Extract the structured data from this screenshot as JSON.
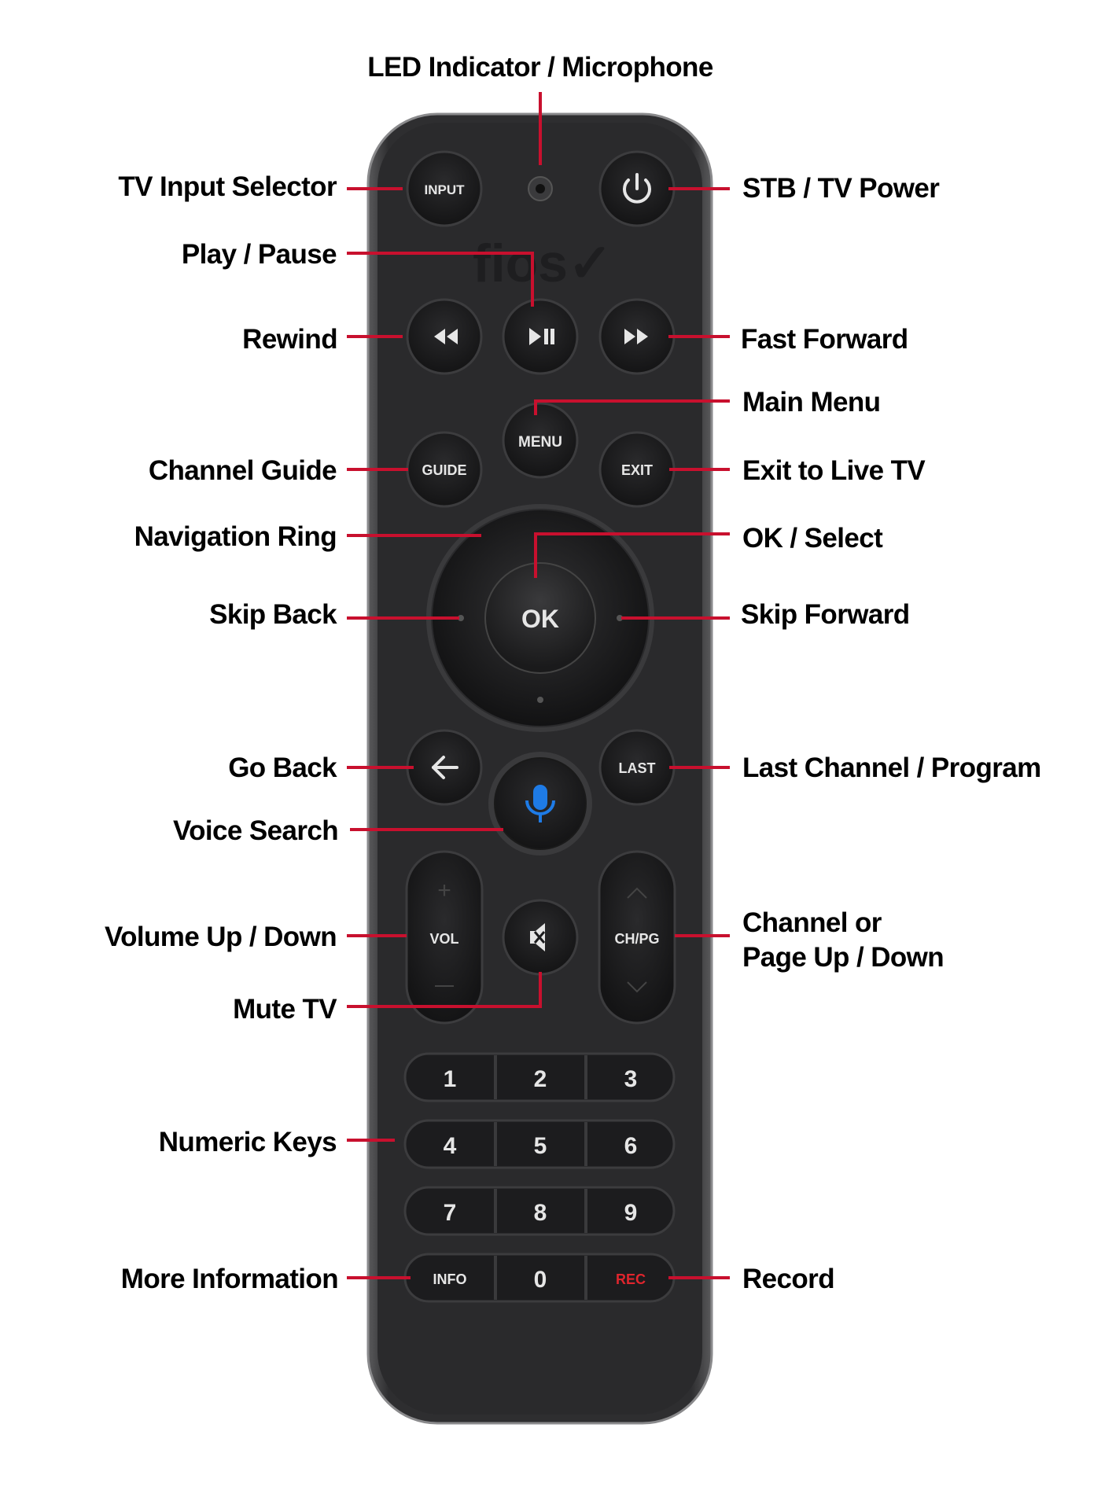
{
  "diagram": {
    "brand_logo": "fios✓",
    "remote_buttons": {
      "input": "INPUT",
      "menu": "MENU",
      "guide": "GUIDE",
      "exit": "EXIT",
      "ok": "OK",
      "last": "LAST",
      "vol": "VOL",
      "chpg": "CH/PG",
      "info": "INFO",
      "rec": "REC",
      "numbers": [
        "1",
        "2",
        "3",
        "4",
        "5",
        "6",
        "7",
        "8",
        "9",
        "0"
      ]
    },
    "callouts": {
      "led_indicator": "LED Indicator / Microphone",
      "tv_input_selector": "TV Input Selector",
      "stb_tv_power": "STB / TV Power",
      "play_pause": "Play / Pause",
      "rewind": "Rewind",
      "fast_forward": "Fast Forward",
      "main_menu": "Main Menu",
      "channel_guide": "Channel Guide",
      "exit_to_live_tv": "Exit to Live TV",
      "navigation_ring": "Navigation Ring",
      "ok_select": "OK / Select",
      "skip_back": "Skip Back",
      "skip_forward": "Skip Forward",
      "go_back": "Go Back",
      "last_channel_program": "Last Channel / Program",
      "voice_search": "Voice Search",
      "volume_up_down": "Volume Up / Down",
      "channel_or_line1": "Channel or",
      "channel_or_line2": "Page Up / Down",
      "mute_tv": "Mute TV",
      "numeric_keys": "Numeric Keys",
      "more_information": "More Information",
      "record": "Record"
    },
    "colors": {
      "leader_line": "#c8102e",
      "remote_body": "#2b2b2d",
      "button": "#1c1c1e",
      "rec_text": "#e0252d",
      "mic_icon": "#1e7be6"
    }
  }
}
